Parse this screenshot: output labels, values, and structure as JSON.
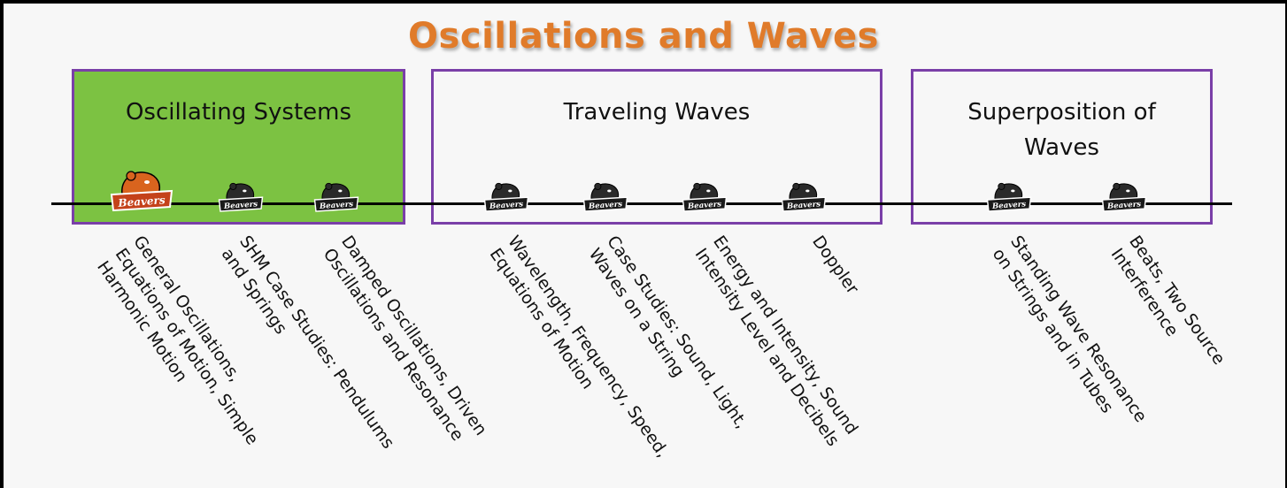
{
  "title": "Oscillations and Waves",
  "sections": [
    {
      "label": "Oscillating Systems",
      "active": true
    },
    {
      "label": "Traveling Waves",
      "active": false
    },
    {
      "label": "Superposition of Waves",
      "active": false
    }
  ],
  "marker_text": "Beavers",
  "topics": [
    {
      "lines": [
        "General Oscillations,",
        "Equations of Motion, Simple",
        "Harmonic Motion"
      ],
      "state": "current"
    },
    {
      "lines": [
        "SHM Case Studies:  Pendulums",
        "and Springs"
      ],
      "state": "upcoming"
    },
    {
      "lines": [
        "Damped Oscillations, Driven",
        "Oscillations and Resonance"
      ],
      "state": "upcoming"
    },
    {
      "lines": [
        "Wavelength, Frequency, Speed,",
        "Equations of Motion"
      ],
      "state": "upcoming"
    },
    {
      "lines": [
        "Case Studies:  Sound, Light,",
        "Waves on a String"
      ],
      "state": "upcoming"
    },
    {
      "lines": [
        "Energy and Intensity, Sound",
        "Intensity Level and Decibels"
      ],
      "state": "upcoming"
    },
    {
      "lines": [
        "Doppler"
      ],
      "state": "upcoming"
    },
    {
      "lines": [
        "Standing Wave Resonance",
        "on Strings and in Tubes"
      ],
      "state": "upcoming"
    },
    {
      "lines": [
        "Beats, Two Source",
        "Interference"
      ],
      "state": "upcoming"
    }
  ],
  "colors": {
    "title": "#e07b2a",
    "active_section": "#7cc242",
    "section_border": "#7a3fa8",
    "current_marker": "#d9641e",
    "upcoming_marker": "#2a2a2a"
  }
}
